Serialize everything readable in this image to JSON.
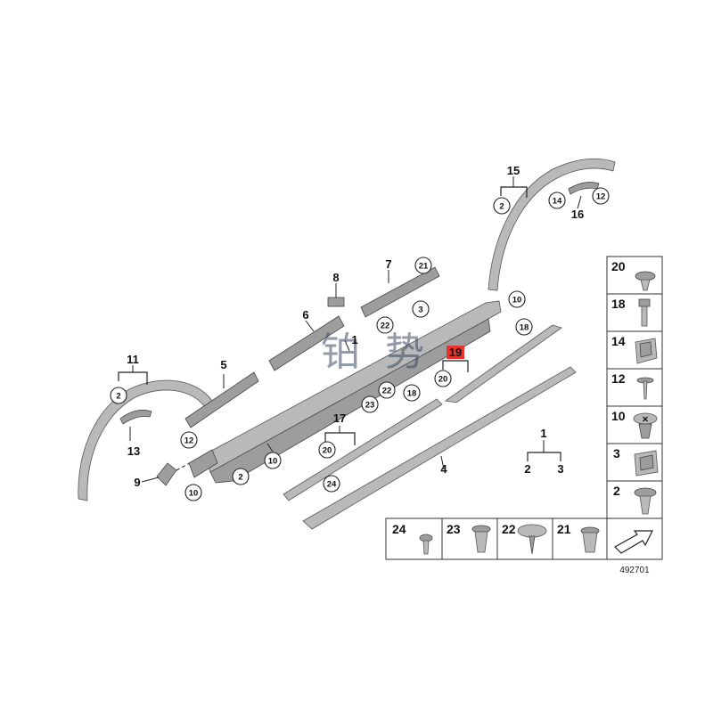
{
  "labels": {
    "l1": "1",
    "l4": "4",
    "l5": "5",
    "l6": "6",
    "l7": "7",
    "l8": "8",
    "l9": "9",
    "l11": "11",
    "l13": "13",
    "l15": "15",
    "l16": "16",
    "l17": "17",
    "l19": "19",
    "l1b": "1",
    "l2b": "2",
    "l3b": "3"
  },
  "circled": {
    "c2a": "2",
    "c2b": "2",
    "c2c": "2",
    "c3": "3",
    "c12a": "12",
    "c12b": "12",
    "c10a": "10",
    "c10b": "10",
    "c10c": "10",
    "c14": "14",
    "c18a": "18",
    "c18b": "18",
    "c20a": "20",
    "c20b": "20",
    "c21": "21",
    "c22a": "22",
    "c22b": "22",
    "c23": "23",
    "c24": "24"
  },
  "fastener_column": [
    "20",
    "18",
    "14",
    "12",
    "10",
    "3",
    "2"
  ],
  "fastener_row": [
    "24",
    "23",
    "22",
    "21"
  ],
  "diagram_number": "492701",
  "watermark": [
    "铂",
    "势"
  ],
  "highlight_color": "#e8332e"
}
